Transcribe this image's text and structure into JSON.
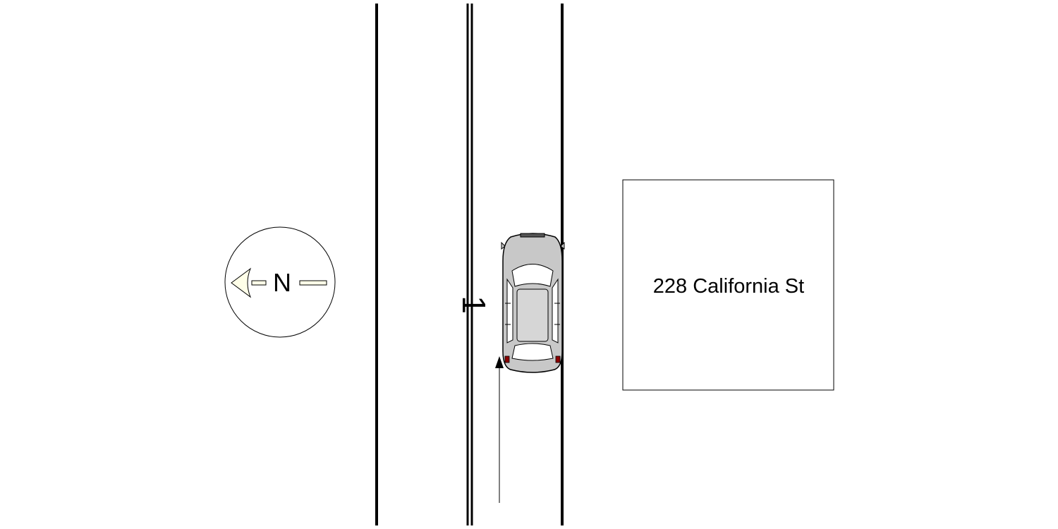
{
  "compass": {
    "label": "N",
    "direction": "left"
  },
  "building": {
    "address": "228 California St"
  },
  "road": {
    "lane_marker": "1"
  },
  "colors": {
    "line": "#000000",
    "car_body": "#c8c8c8",
    "car_glass": "#ffffff",
    "tail_light": "#8b0000",
    "compass_fill": "#ffffe8"
  }
}
